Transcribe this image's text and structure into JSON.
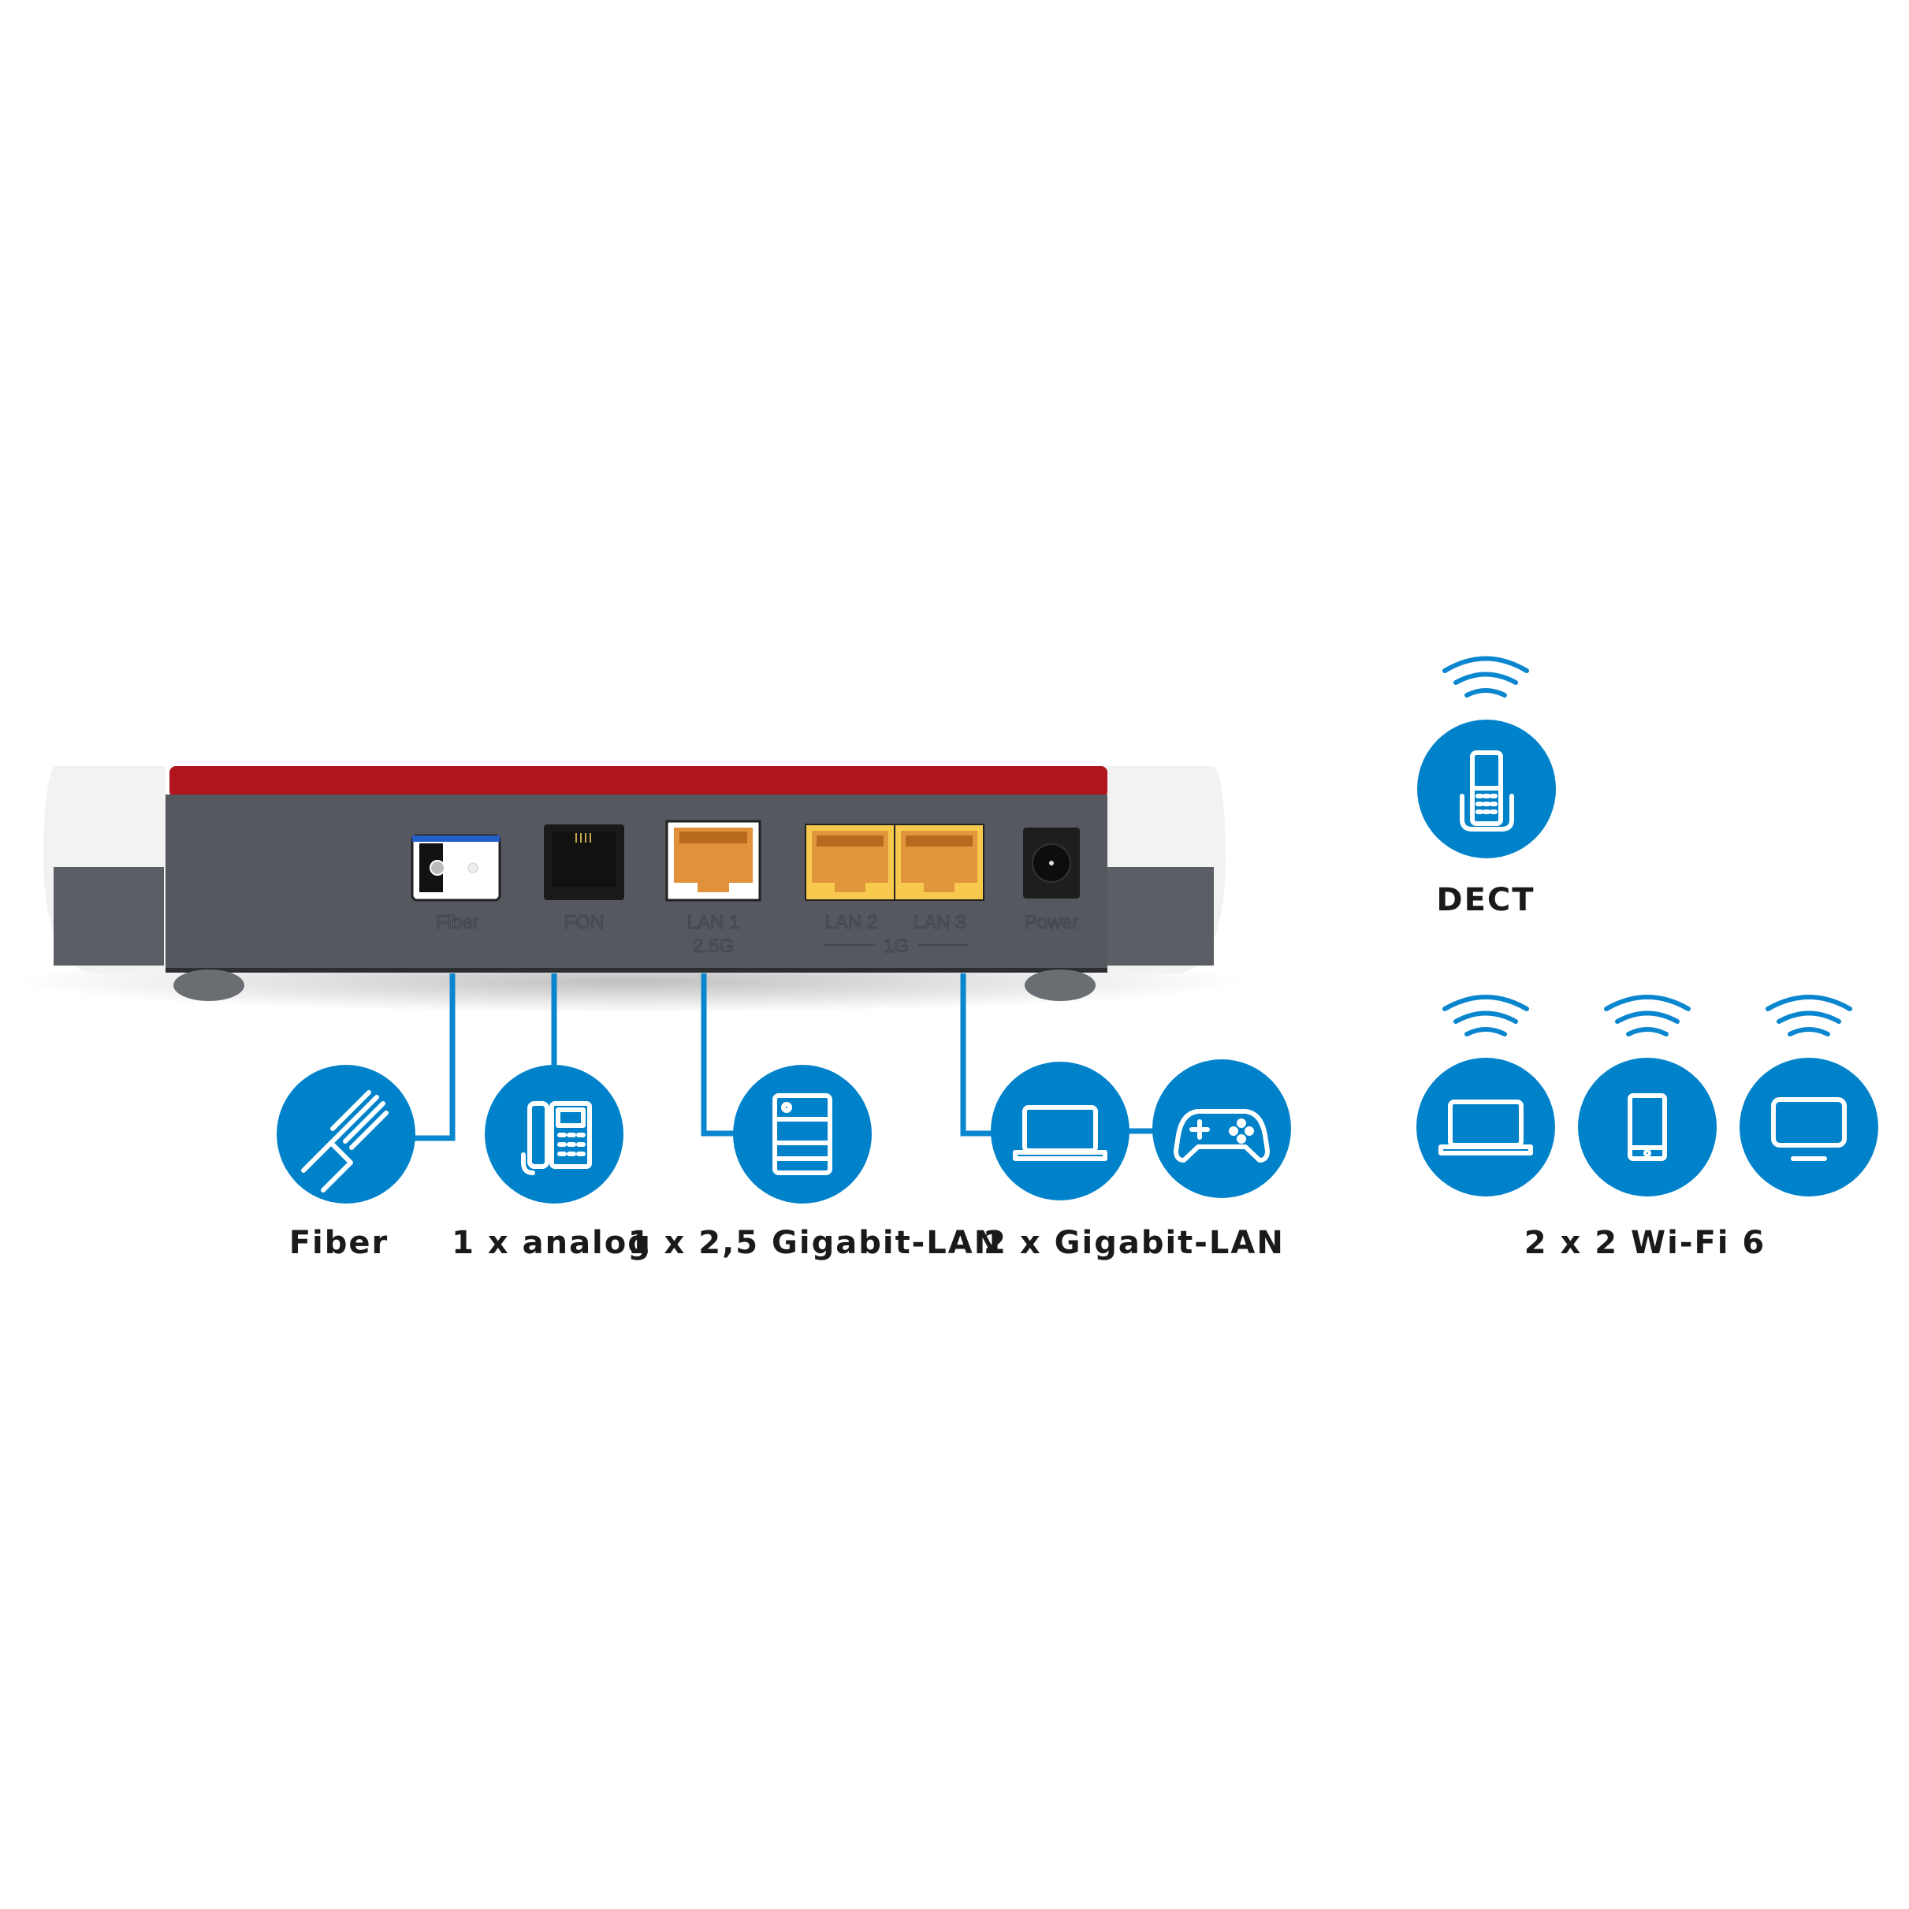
{
  "colors": {
    "accent": "#0082ca",
    "router_red": "#b0141c",
    "router_body": "#55585e"
  },
  "router": {
    "ports": [
      {
        "label": "Fiber"
      },
      {
        "label": "FON"
      },
      {
        "label": "LAN 1",
        "sub": "2.5G"
      },
      {
        "label": "LAN 2"
      },
      {
        "label": "LAN 3"
      },
      {
        "label": "Power"
      }
    ],
    "group_label": "1G"
  },
  "features": {
    "fiber": {
      "label": "Fiber",
      "icon": "fiber-cable-icon"
    },
    "analog": {
      "label": "1 x analog",
      "icon": "desk-phone-icon"
    },
    "lan25": {
      "label": "1 x 2,5 Gigabit-LAN",
      "icon": "server-icon"
    },
    "gigabit": {
      "label": "2 x Gigabit-LAN",
      "icons": [
        "laptop-icon",
        "gamepad-icon"
      ]
    },
    "dect": {
      "label": "DECT",
      "icon": "cordless-phone-icon"
    },
    "wifi": {
      "label": "2 x 2 Wi-Fi 6",
      "icons": [
        "laptop-icon",
        "tablet-icon",
        "tv-icon"
      ]
    }
  }
}
